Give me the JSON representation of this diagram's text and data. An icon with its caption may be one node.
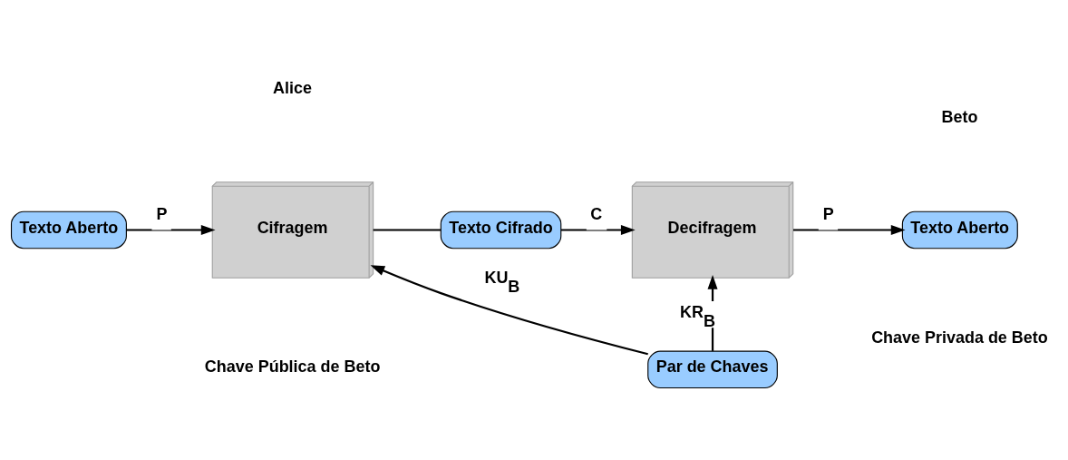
{
  "diagram": {
    "nodes": [
      {
        "text": [
          "Texto Aberto"
        ]
      },
      {
        "text": [
          "Cifragem"
        ]
      },
      {
        "text": [
          "Texto Cifrado"
        ]
      },
      {
        "text": [
          "Decifragem"
        ]
      },
      {
        "text": [
          "Texto Aberto"
        ]
      },
      {
        "text": [
          "Par de Chaves"
        ]
      }
    ],
    "edges": [
      {
        "from": 0,
        "to": 1,
        "arrow": "to",
        "label": "P"
      },
      {
        "from": 1,
        "to": 2,
        "arrow": "none"
      },
      {
        "from": 2,
        "to": 3,
        "arrow": "to",
        "label": "C"
      },
      {
        "from": 3,
        "to": 4,
        "arrow": "to",
        "label": "P"
      },
      {
        "from": 5,
        "to": 1,
        "arrow": "to",
        "label": "KU$_{B}$"
      },
      {
        "from": 5,
        "to": 3,
        "arrow": "to",
        "label": "KR$_{B}$"
      }
    ],
    "labels": [
      "Alice",
      "Beto",
      "Chave Pública de Beto",
      "Chave Privada de Beto"
    ]
  }
}
